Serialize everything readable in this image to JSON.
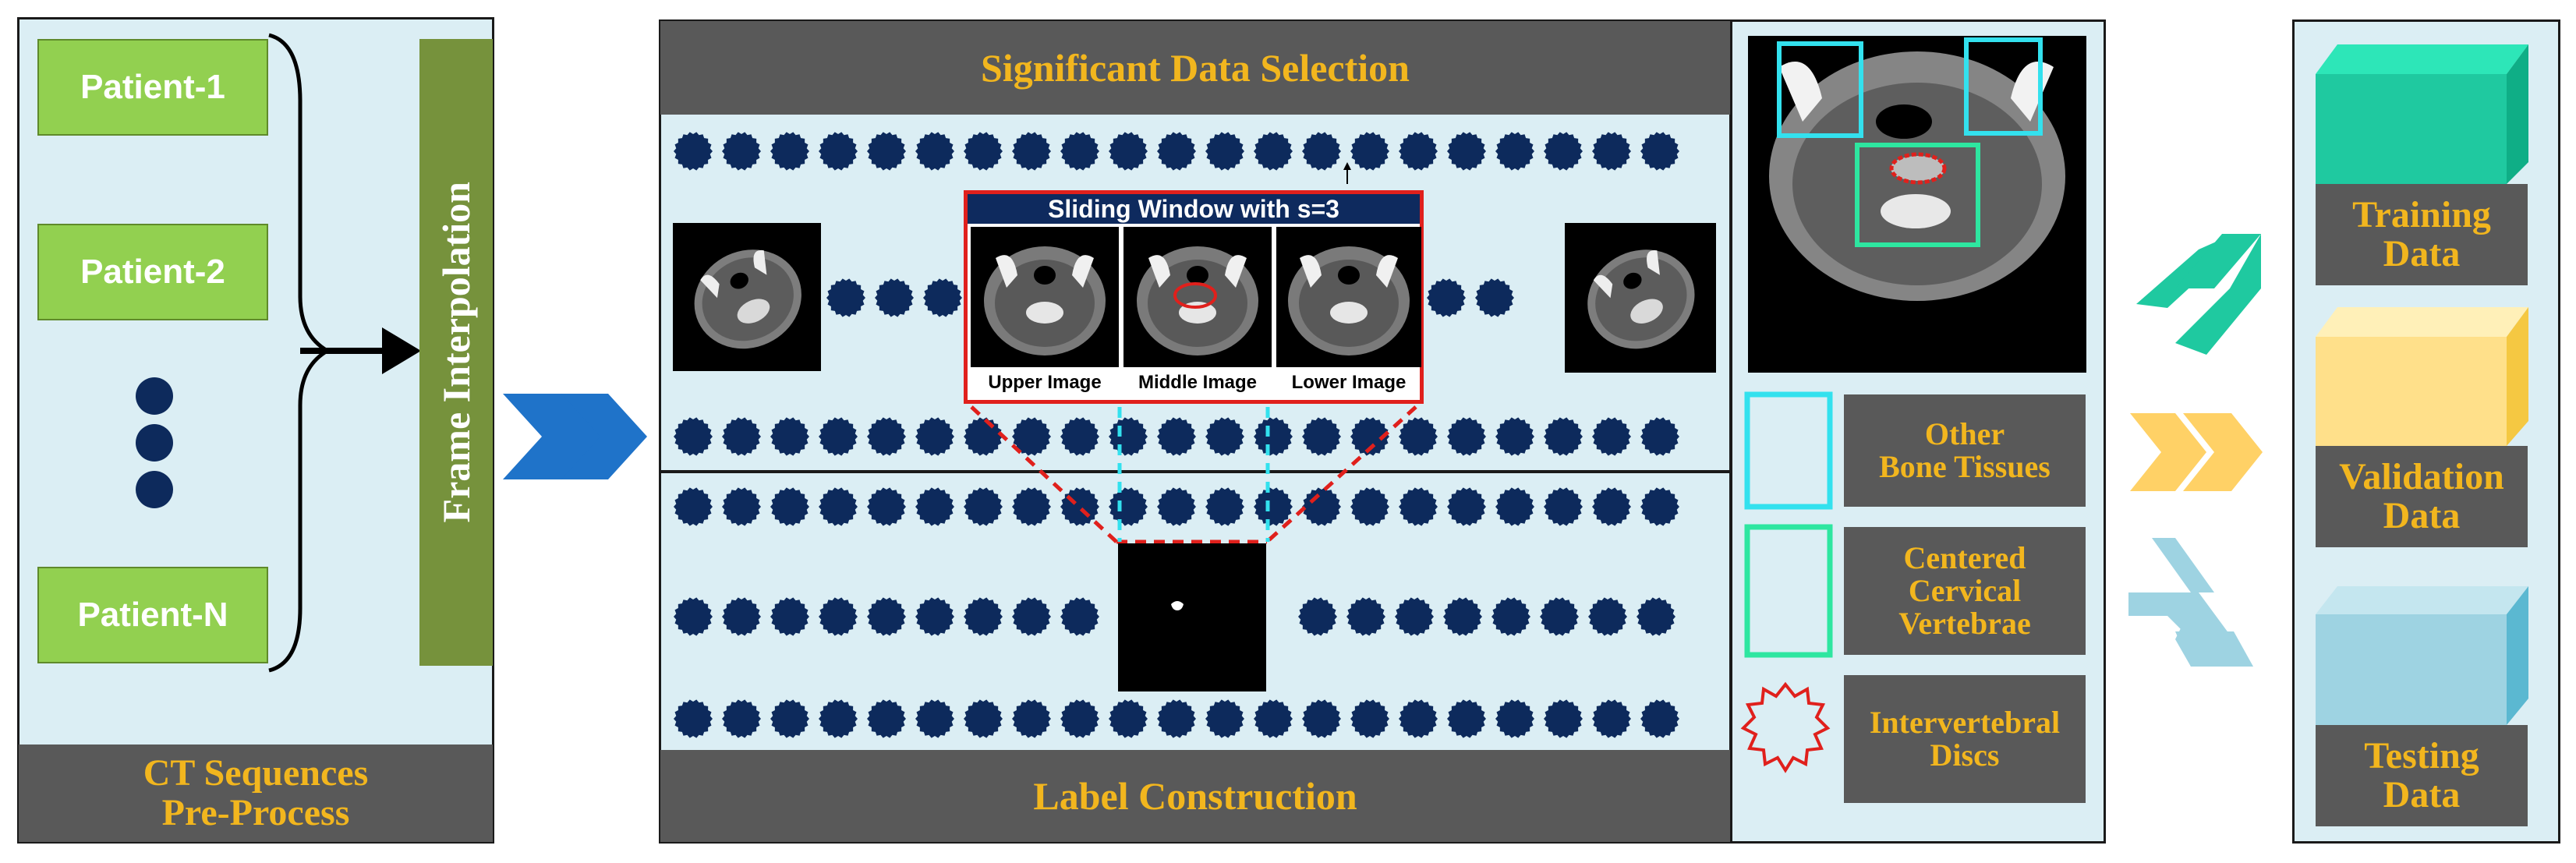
{
  "preprocess": {
    "patients": [
      "Patient-1",
      "Patient-2",
      "Patient-N"
    ],
    "frame_interpolation": "Frame Interpolation",
    "footer_line1": "CT Sequences",
    "footer_line2": "Pre-Process"
  },
  "selection": {
    "title": "Significant Data Selection",
    "sliding_window": "Sliding Window with s=3",
    "upper": "Upper Image",
    "middle": "Middle Image",
    "lower": "Lower Image",
    "footer": "Label Construction"
  },
  "legend": {
    "other_line1": "Other",
    "other_line2": "Bone Tissues",
    "centered_line1": "Centered",
    "centered_line2": "Cervical",
    "centered_line3": "Vertebrae",
    "discs_line1": "Intervertebral",
    "discs_line2": "Discs"
  },
  "datasets": {
    "training_line1": "Training",
    "training_line2": "Data",
    "validation_line1": "Validation",
    "validation_line2": "Data",
    "testing_line1": "Testing",
    "testing_line2": "Data"
  },
  "colors": {
    "panel_bg": "#dbeef4",
    "header_bg": "#595959",
    "label_text": "#f2b61e",
    "patient_box": "#92d050",
    "interp_bar": "#76923c",
    "dot": "#0d2a5c",
    "arrow_blue": "#1f73c9",
    "window_red": "#e0201c",
    "cyan": "#33e1ee",
    "green": "#2ee6a0",
    "training": "#1fc9a0",
    "validation": "#ffe08a",
    "testing": "#9ed3e2"
  }
}
